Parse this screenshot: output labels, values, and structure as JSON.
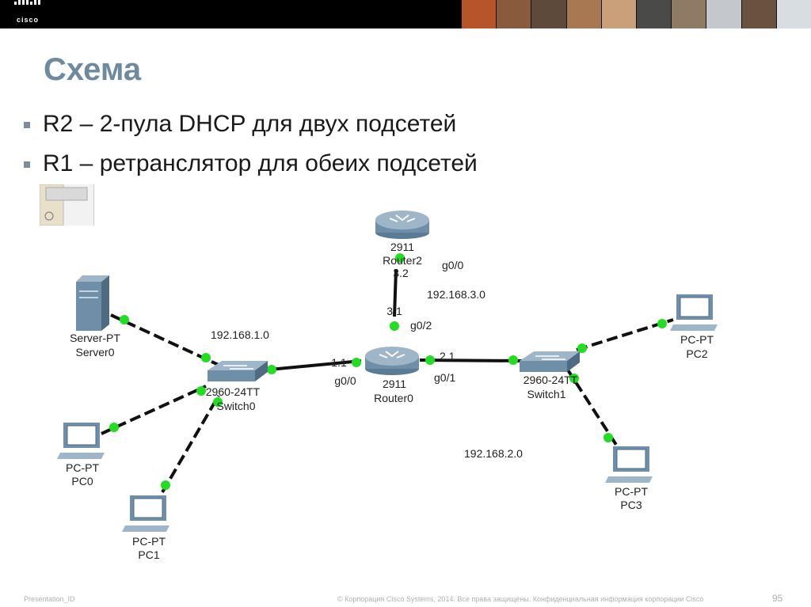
{
  "header": {
    "logo_text": "cisco",
    "brand_color": "#000000"
  },
  "slide": {
    "title": "Схема",
    "bullets": [
      "R2 – 2-пула DHCP для двух подсетей",
      "R1 – ретранслятор для обеих подсетей"
    ]
  },
  "diagram": {
    "devices": {
      "router2": {
        "model": "2911",
        "name": "Router2"
      },
      "router0": {
        "model": "2911",
        "name": "Router0"
      },
      "switch0": {
        "model": "2960-24TT",
        "name": "Switch0"
      },
      "switch1": {
        "model": "2960-24TT",
        "name": "Switch1"
      },
      "server0": {
        "model": "Server-PT",
        "name": "Server0"
      },
      "pc0": {
        "model": "PC-PT",
        "name": "PC0"
      },
      "pc1": {
        "model": "PC-PT",
        "name": "PC1"
      },
      "pc2": {
        "model": "PC-PT",
        "name": "PC2"
      },
      "pc3": {
        "model": "PC-PT",
        "name": "PC3"
      }
    },
    "interfaces": {
      "r2_g00": "g0/0",
      "r2_addr": "3.2",
      "r0_addr_up": "3.1",
      "r0_g02": "g0/2",
      "r0_addr_left": "1.1",
      "r0_g00": "g0/0",
      "r0_addr_right": "2.1",
      "r0_g01": "g0/1"
    },
    "networks": {
      "net1": "192.168.1.0",
      "net2": "192.168.2.0",
      "net3": "192.168.3.0"
    },
    "colors": {
      "link": "#111111",
      "port_up": "#22dd22",
      "device": "#6f8ea8"
    }
  },
  "footer": {
    "left": "Presentation_ID",
    "copyright": "© Корпорация Cisco Systems, 2014. Все права защищены. Конфиденциальная информация корпорации Cisco",
    "page": "95"
  }
}
